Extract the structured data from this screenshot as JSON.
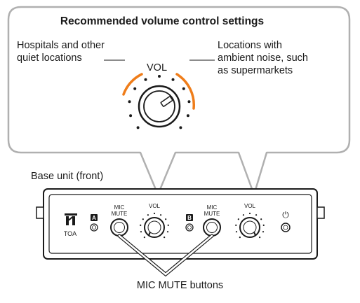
{
  "callout": {
    "title": "Recommended volume control settings",
    "left_note": [
      "Hospitals and other",
      "quiet locations"
    ],
    "right_note": [
      "Locations with",
      "ambient noise, such",
      "as supermarkets"
    ],
    "knob_label": "VOL"
  },
  "unit": {
    "label": "Base unit (front)",
    "brand": "TOA",
    "badge_a": "A",
    "badge_b": "B",
    "mic_mute_line1": "MIC",
    "mic_mute_line2": "MUTE",
    "vol_label": "VOL",
    "power_symbol": "⏻"
  },
  "footer": {
    "label": "MIC MUTE buttons"
  },
  "colors": {
    "accent_arc": "#ef7d1a",
    "callout_border": "#b0b0b0",
    "device_outline": "#1a1a1a"
  },
  "icons": [
    "volume-knob-icon",
    "power-icon",
    "toa-logo-icon",
    "led-indicator-icon"
  ]
}
